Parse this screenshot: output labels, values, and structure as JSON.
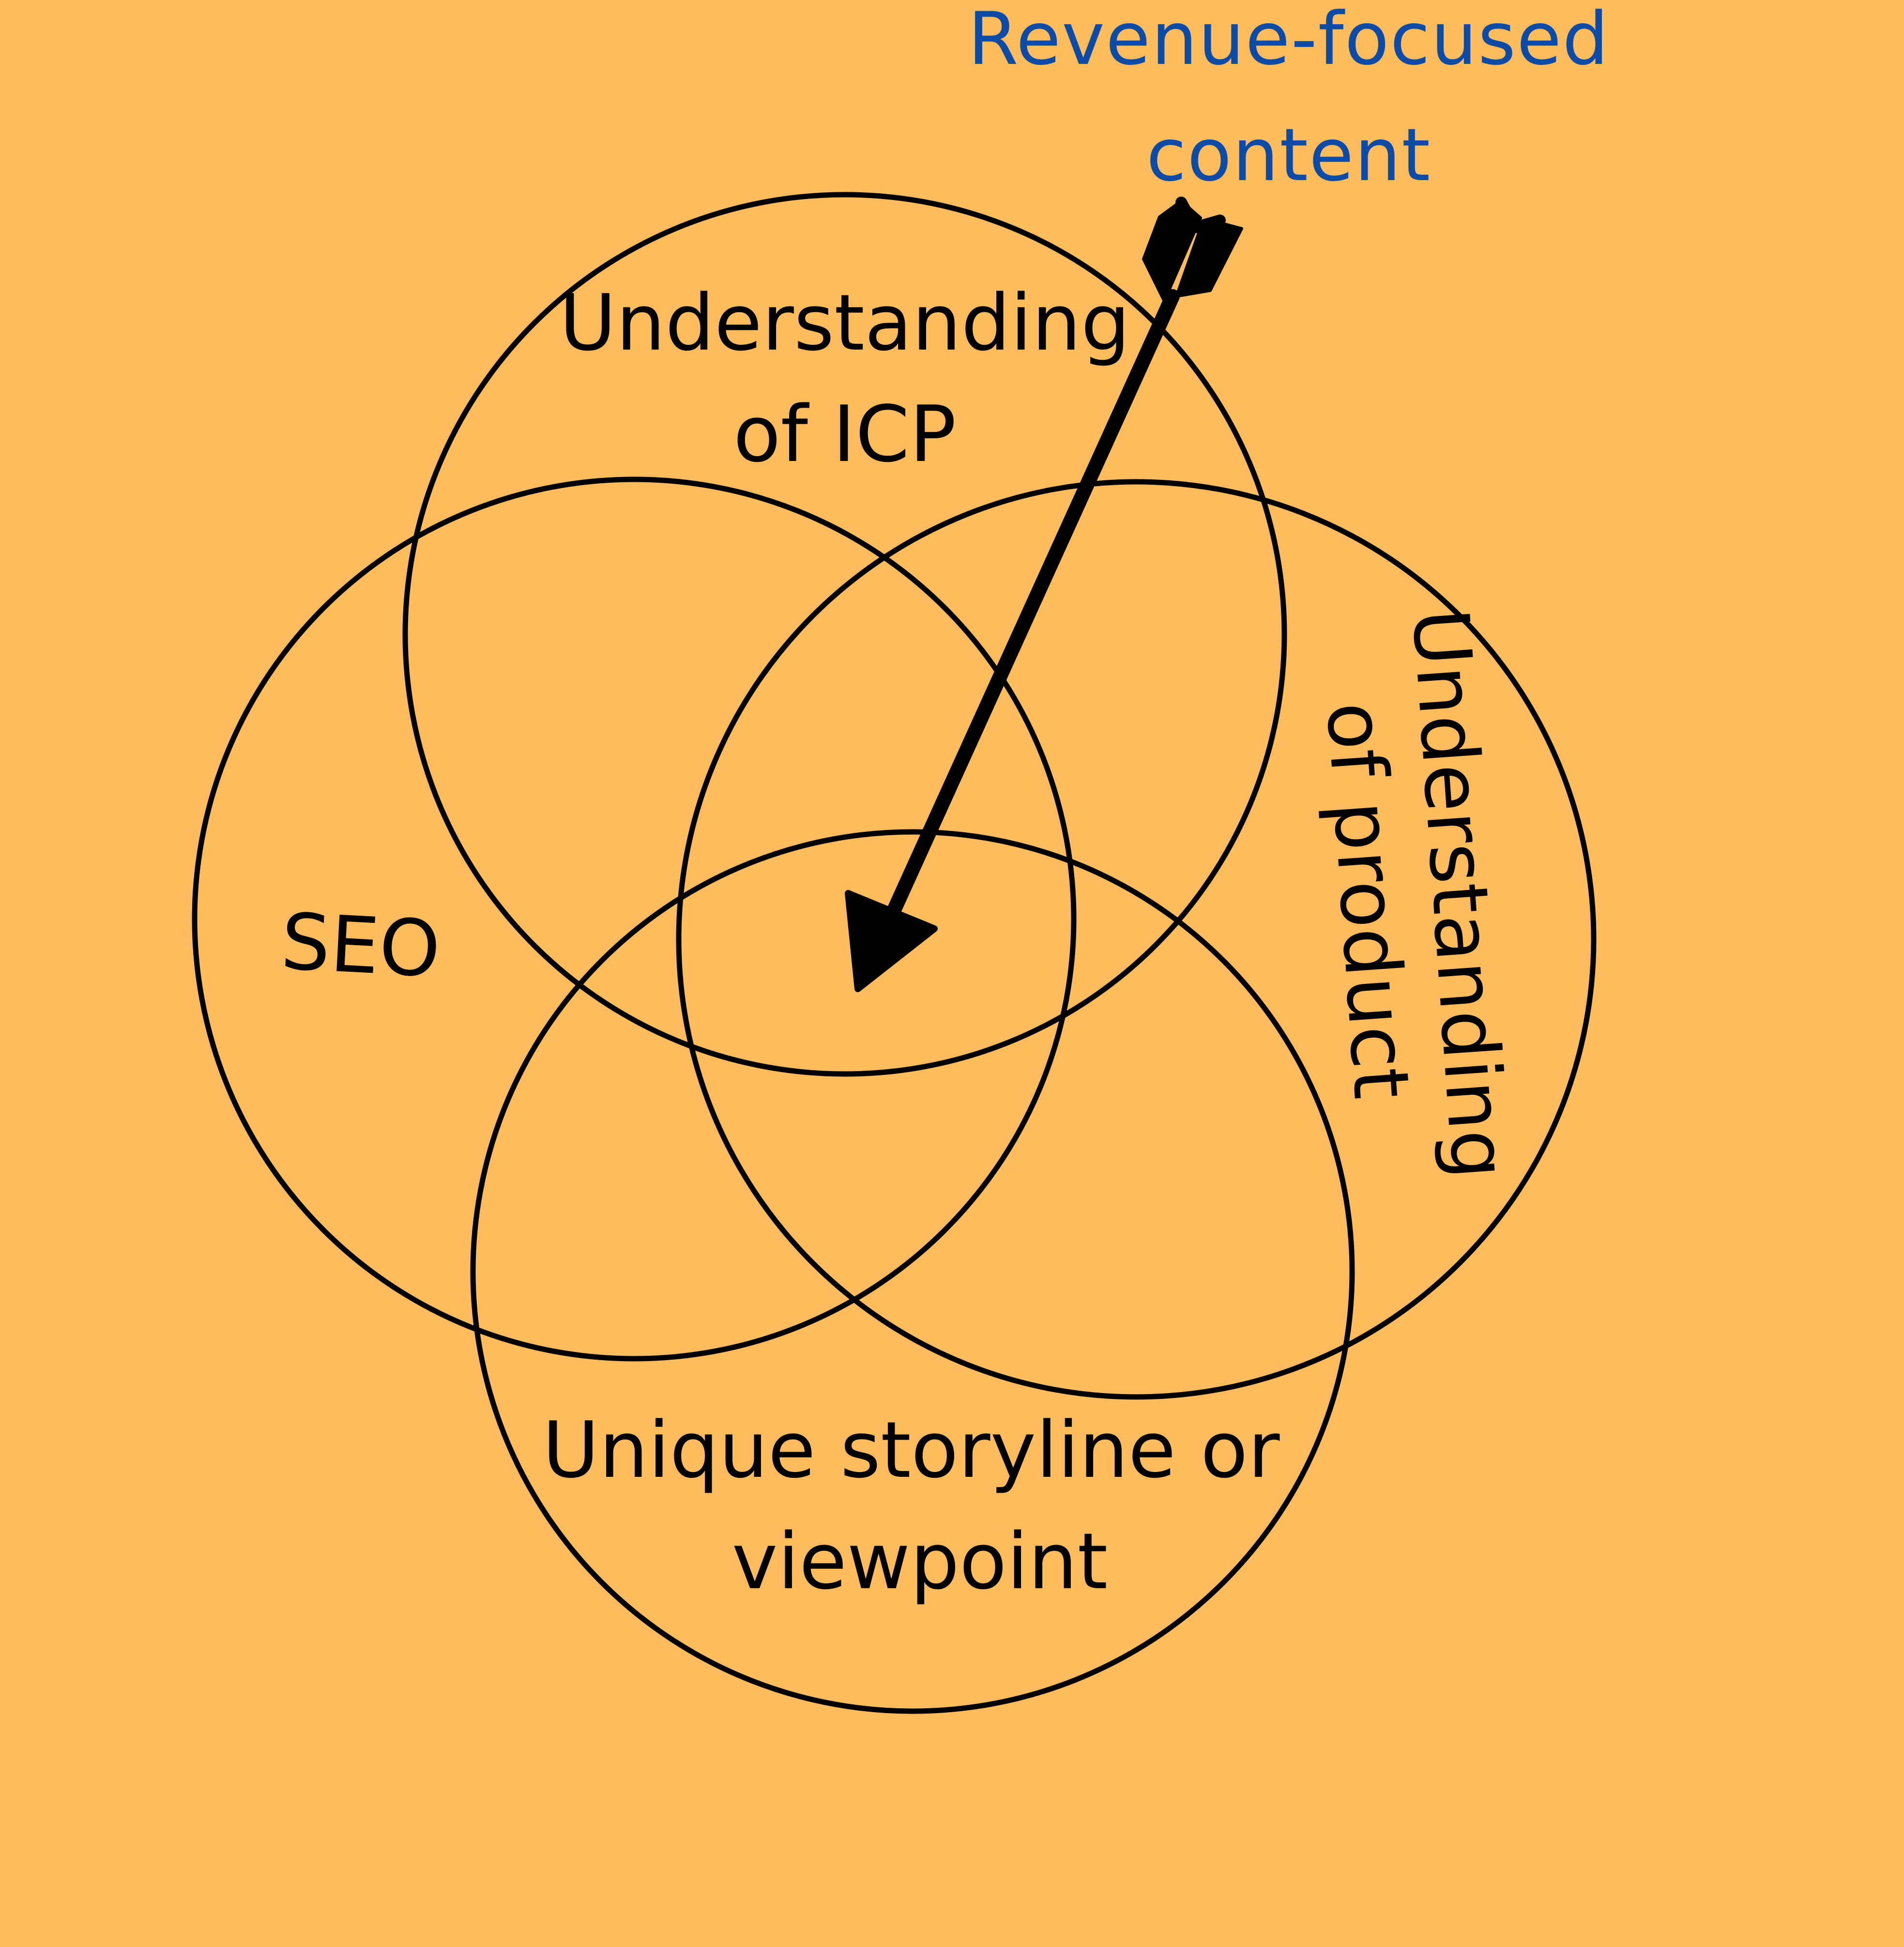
{
  "colors": {
    "background": "#FEBC5C",
    "title": "#0C4BA6",
    "stroke": "#000000"
  },
  "title": {
    "line1": "Revenue-focused",
    "line2": "content"
  },
  "circles": {
    "icp": {
      "line1": "Understanding",
      "line2": "of ICP"
    },
    "seo": {
      "line1": "SEO"
    },
    "product": {
      "line1": "Understanding",
      "line2": "of product"
    },
    "storyline": {
      "line1": "Unique storyline or",
      "line2": "viewpoint"
    }
  },
  "arrow": {
    "from": "title",
    "to": "center-intersection",
    "tail": "fletched",
    "head": "triangle"
  }
}
